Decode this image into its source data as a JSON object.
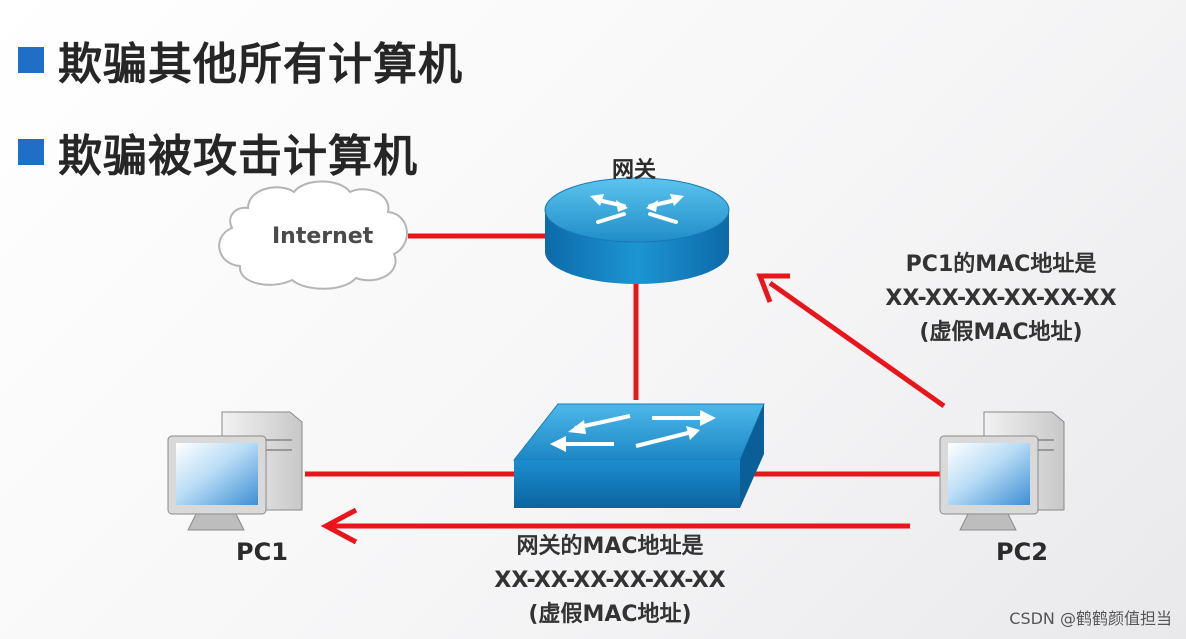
{
  "bullets": [
    {
      "text": "欺骗其他所有计算机"
    },
    {
      "text": "欺骗被攻击计算机"
    }
  ],
  "nodes": {
    "gateway": "网关",
    "internet": "Internet",
    "pc1": "PC1",
    "pc2": "PC2"
  },
  "annotation_right": {
    "line1": "PC1的MAC地址是",
    "line2": "XX-XX-XX-XX-XX-XX",
    "line3": "(虚假MAC地址)"
  },
  "annotation_bottom": {
    "line1": "网关的MAC地址是",
    "line2": "XX-XX-XX-XX-XX-XX",
    "line3": "(虚假MAC地址)"
  },
  "watermark": "CSDN @鹤鹤颜值担当",
  "colors": {
    "bullet": "#1f6fc6",
    "link": "#e8151b",
    "device_blue": "#1b86c3"
  }
}
